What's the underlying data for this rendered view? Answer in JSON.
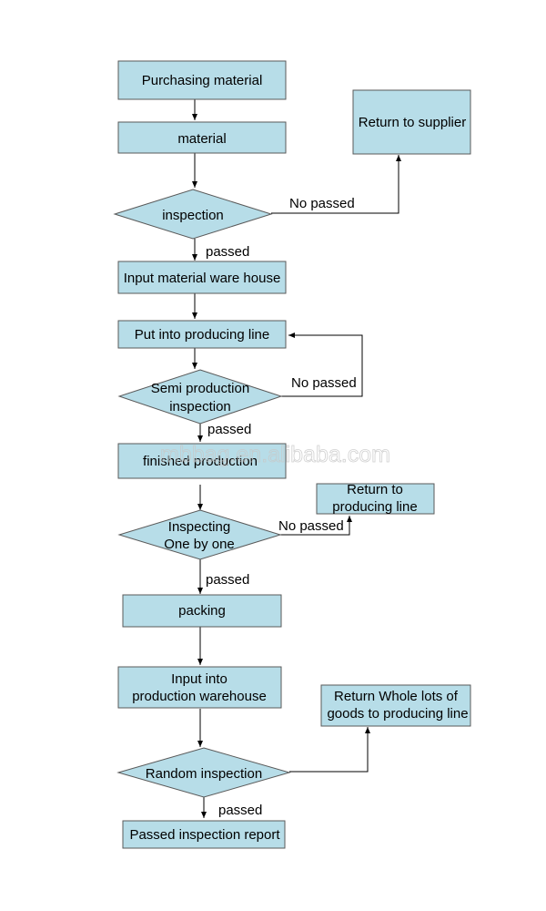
{
  "nodes": {
    "purchasing": "Purchasing material",
    "material": "material",
    "return_supplier": "Return to supplier",
    "inspection": "inspection",
    "input_warehouse": "Input material ware house",
    "put_line": "Put into producing line",
    "semi_l1": "Semi production",
    "semi_l2": "inspection",
    "finished": "finished production",
    "return_line_l1": "Return to",
    "return_line_l2": "producing line",
    "one_l1": "Inspecting",
    "one_l2": "One by one",
    "packing": "packing",
    "input_prod_l1": "Input into",
    "input_prod_l2": "production warehouse",
    "return_whole_l1": "Return Whole lots of",
    "return_whole_l2": "goods to producing line",
    "random": "Random inspection",
    "report": "Passed inspection report"
  },
  "edges": {
    "no_passed": "No passed",
    "passed": "passed"
  },
  "watermark": "mbbag.en.alibaba.com",
  "colors": {
    "node_fill": "#b7dde8",
    "node_stroke": "#5a5a5a",
    "edge": "#000000"
  }
}
